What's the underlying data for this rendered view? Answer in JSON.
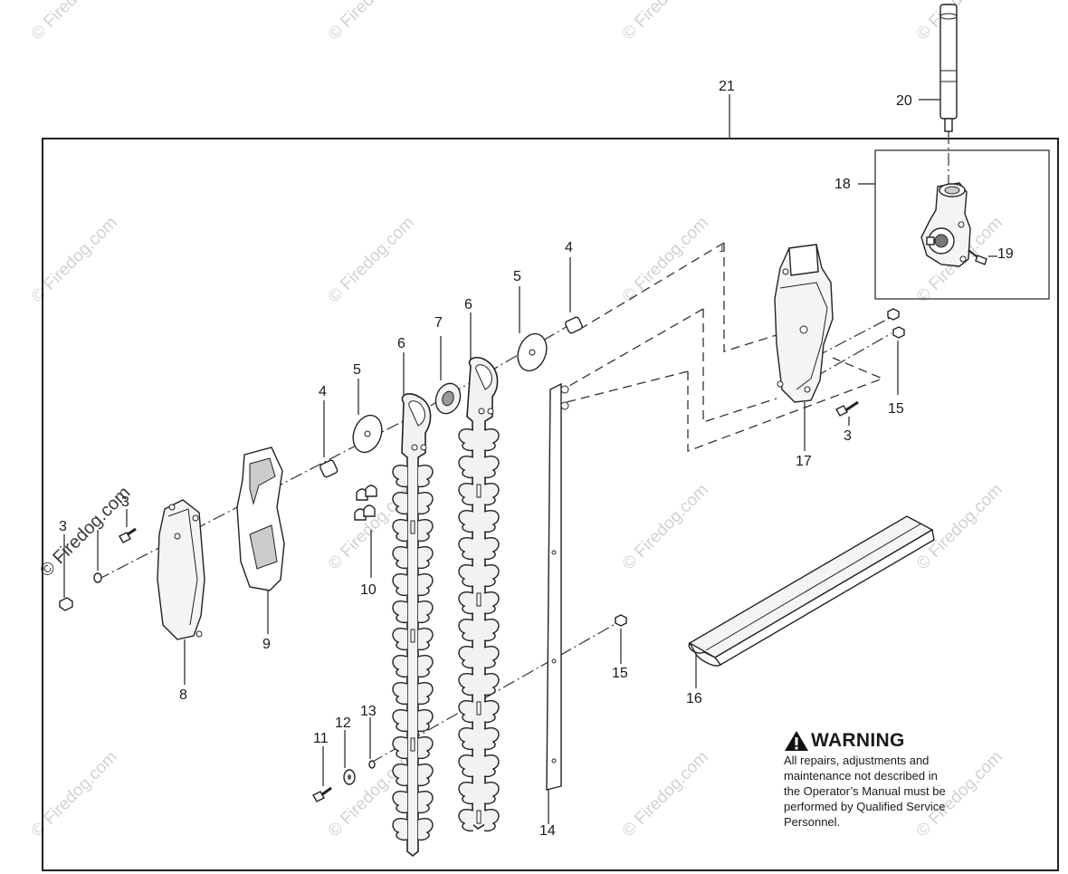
{
  "watermark": {
    "text": "Firedog.com",
    "copyright_text": "© Firedog.com"
  },
  "callouts": {
    "c1": "1",
    "c3a": "3",
    "c3b": "3",
    "c3c": "3",
    "c4a": "4",
    "c4b": "4",
    "c5a": "5",
    "c5b": "5",
    "c6a": "6",
    "c6b": "6",
    "c7": "7",
    "c8": "8",
    "c9": "9",
    "c10": "10",
    "c11": "11",
    "c12": "12",
    "c13": "13",
    "c14": "14",
    "c15a": "15",
    "c15b": "15",
    "c16": "16",
    "c17": "17",
    "c18": "18",
    "c19": "19",
    "c20": "20",
    "c21": "21"
  },
  "warning": {
    "title": "WARNING",
    "body": "All repairs, adjustments and\nmaintenance not described in\nthe Operator’s Manual must be\nperformed by Qualified Service\nPersonnel."
  }
}
